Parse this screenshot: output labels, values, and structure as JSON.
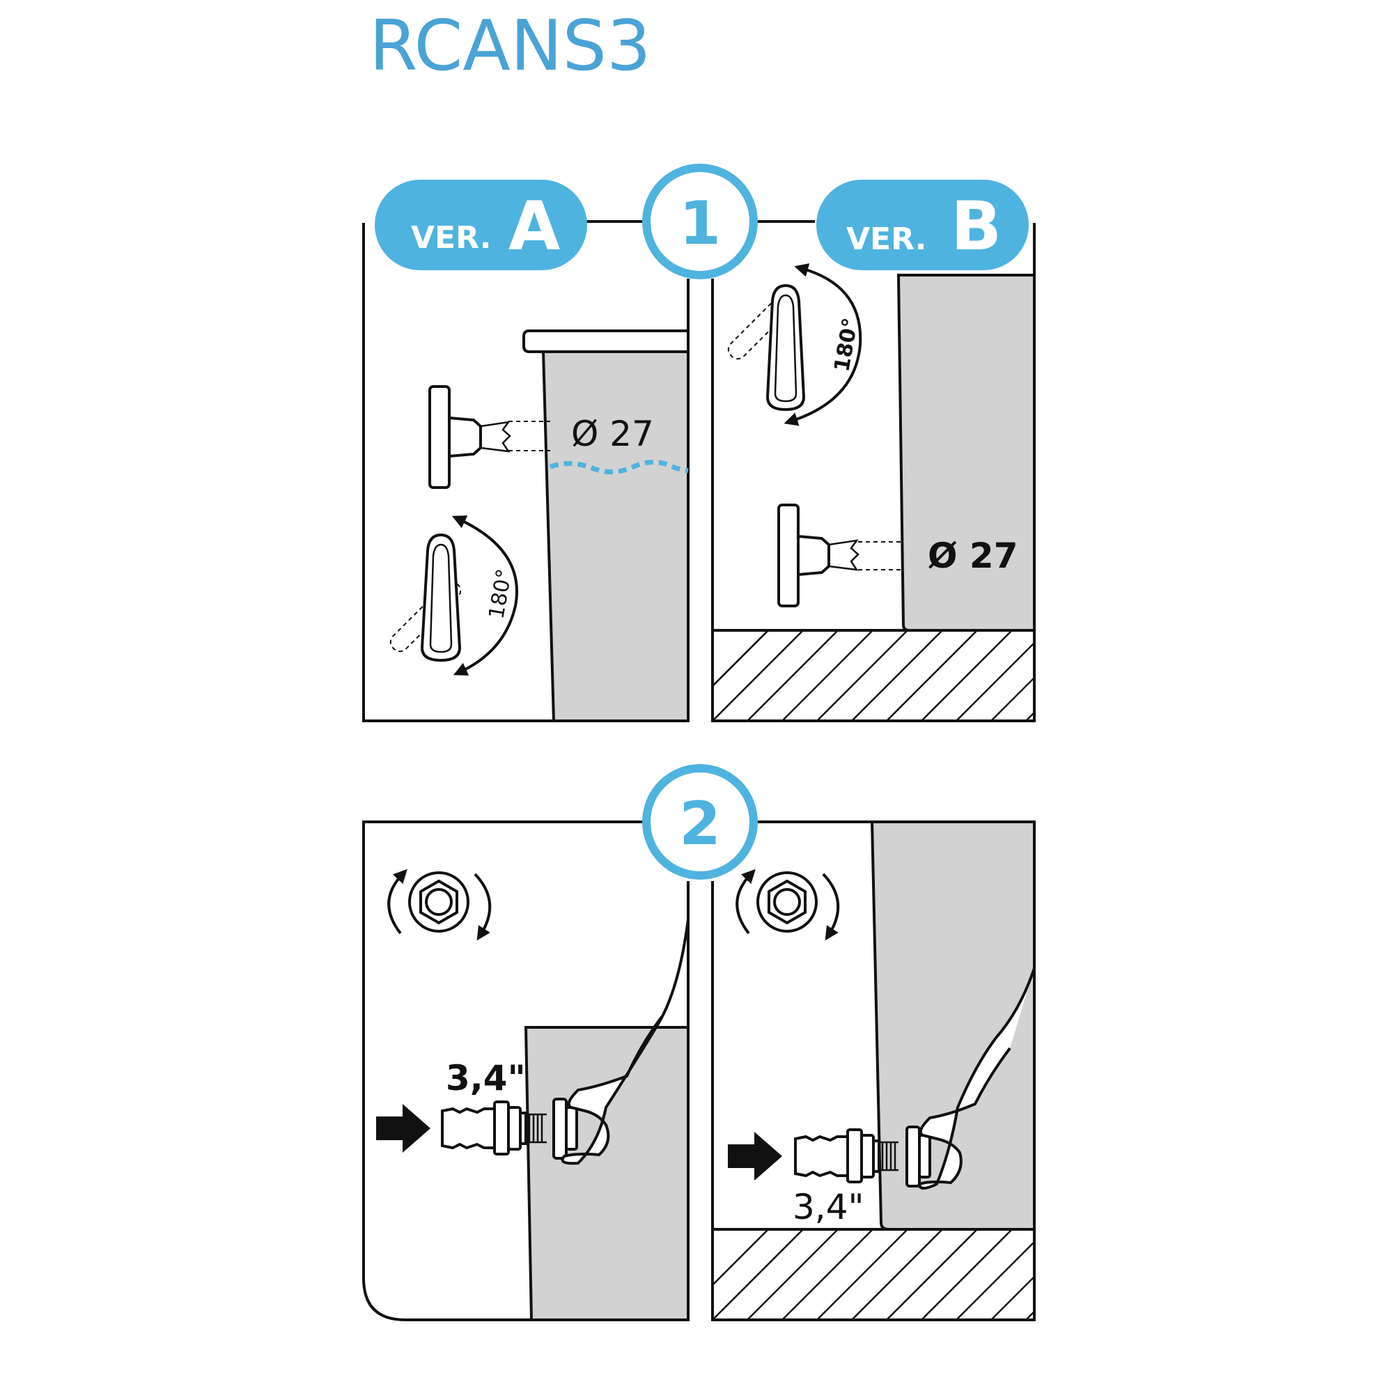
{
  "title": "RCANS3",
  "colors": {
    "accent": "#4fb3e0",
    "title": "#4aa3d6",
    "tank": "#d2d2d2",
    "water": "#4fb3e0"
  },
  "step1": {
    "number": "1",
    "version_a": {
      "prefix": "VER.",
      "letter": "A",
      "diameter": "Ø 27",
      "angle": "180°"
    },
    "version_b": {
      "prefix": "VER.",
      "letter": "B",
      "diameter": "Ø 27",
      "angle": "180°"
    }
  },
  "step2": {
    "number": "2",
    "left_size": "3,4\"",
    "right_size": "3,4\""
  },
  "icons": [
    "rotate-nut-icon",
    "push-arrow-icon",
    "rotate-arrow-icon"
  ]
}
